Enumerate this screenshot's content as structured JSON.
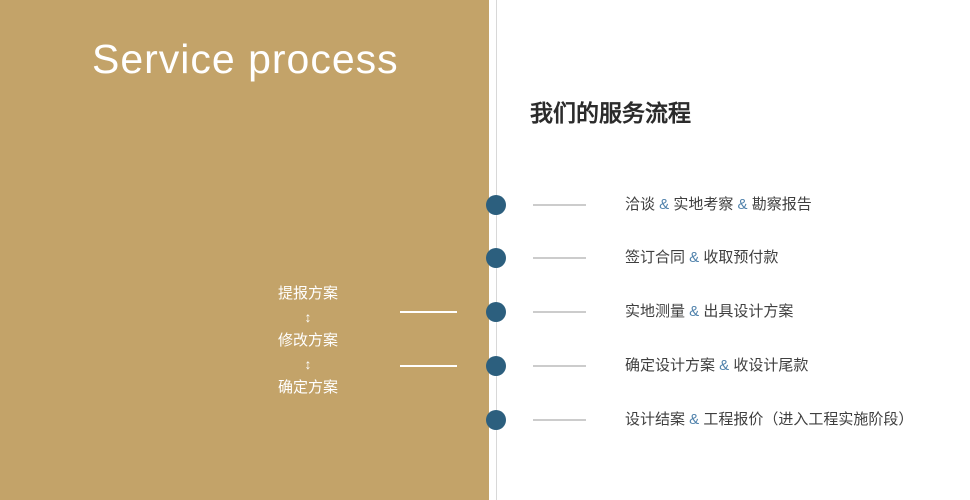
{
  "header": {
    "title_en": "Service process",
    "title_zh": "我们的服务流程"
  },
  "left_flow": {
    "steps": [
      "提报方案",
      "修改方案",
      "确定方案"
    ],
    "arrow": "↕"
  },
  "timeline": {
    "separator": "&",
    "items": [
      {
        "parts": [
          "洽谈",
          "实地考察",
          "勘察报告"
        ]
      },
      {
        "parts": [
          "签订合同",
          "收取预付款"
        ]
      },
      {
        "parts": [
          "实地测量",
          "出具设计方案"
        ]
      },
      {
        "parts": [
          "确定设计方案",
          "收设计尾款"
        ]
      },
      {
        "parts": [
          "设计结案",
          "工程报价（进入工程实施阶段）"
        ]
      }
    ]
  },
  "colors": {
    "gold_panel": "#c3a369",
    "dot": "#2c5f7e",
    "separator_blue": "#4f81ab",
    "text_dark": "#3f3f3f",
    "axis_gray": "#d8d8d8",
    "dash_gray": "#cccccc"
  }
}
